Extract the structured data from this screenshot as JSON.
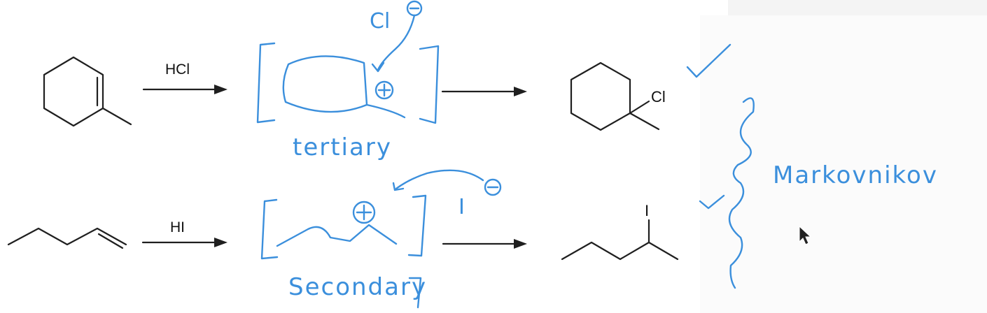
{
  "reactions": [
    {
      "reagent": "HCl",
      "intermediate_label": "tertiary",
      "nucleophile": "Cl",
      "product_substituent": "Cl"
    },
    {
      "reagent": "HI",
      "intermediate_label": "Secondary",
      "nucleophile": "I",
      "product_substituent": "I"
    }
  ],
  "annotation": {
    "rule": "Markovnikov"
  },
  "colors": {
    "ink": "#3b8fdc",
    "structure": "#1f1f1f"
  }
}
